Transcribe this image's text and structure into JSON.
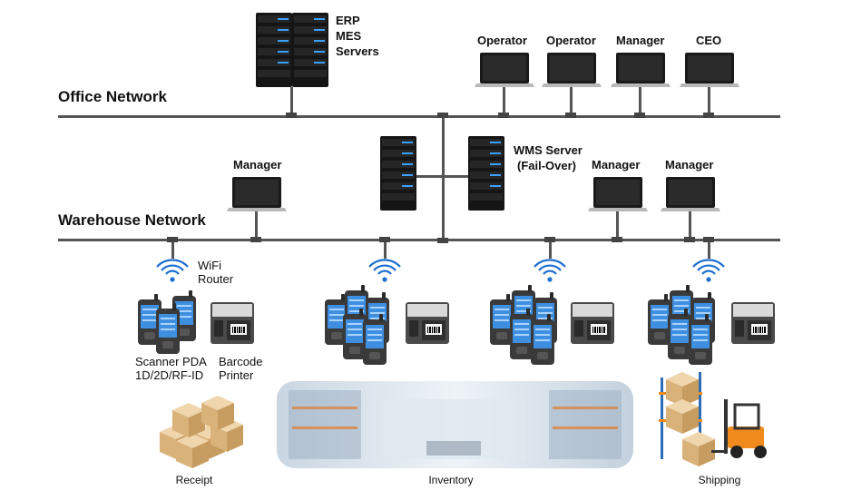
{
  "networks": {
    "office": "Office Network",
    "warehouse": "Warehouse Network"
  },
  "servers": {
    "erp_line1": "ERP",
    "erp_line2": "MES",
    "erp_line3": "Servers",
    "wms_line1": "WMS Server",
    "wms_line2": "(Fail-Over)"
  },
  "office_terminals": [
    "Operator",
    "Operator",
    "Manager",
    "CEO"
  ],
  "warehouse_terminals": [
    "Manager",
    "Manager",
    "Manager"
  ],
  "devices": {
    "wifi_line1": "WiFi",
    "wifi_line2": "Router",
    "scanner_line1": "Scanner PDA",
    "scanner_line2": "1D/2D/RF-ID",
    "printer_line1": "Barcode",
    "printer_line2": "Printer"
  },
  "zones": [
    "Receipt",
    "Inventory",
    "Shipping"
  ],
  "colors": {
    "network_line": "#555555",
    "wifi": "#1e6fd0",
    "screen_blue": "#3f8fe0",
    "box": "#e0bf8e",
    "forklift": "#f08a1c"
  }
}
